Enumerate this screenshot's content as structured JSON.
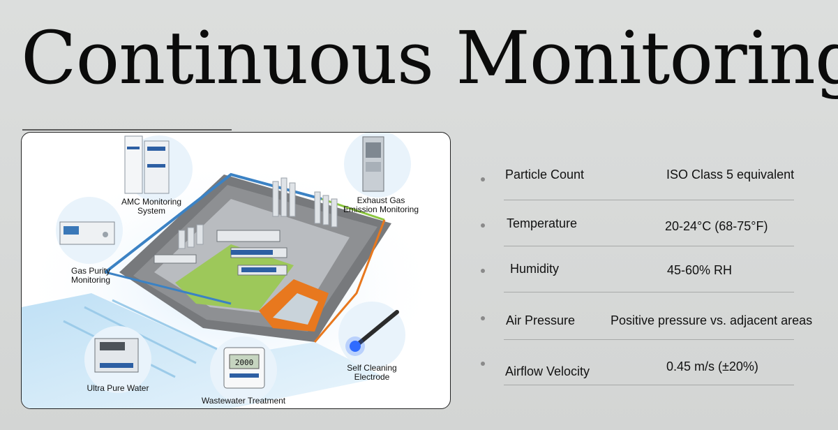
{
  "title": "Continuous Monitoring",
  "diagram": {
    "labels": {
      "amc": "AMC Monitoring\nSystem",
      "exhaust": "Exhaust Gas\nEmission Monitoring",
      "gas": "Gas Purity\nMonitoring",
      "upw": "Ultra Pure Water",
      "wastewater": "Wastewater Treatment",
      "electrode": "Self Cleaning\nElectrode",
      "meter_reading": "2000"
    },
    "icons": [
      "cabinet-icon",
      "exhaust-analyzer-icon",
      "gas-analyzer-icon",
      "water-unit-icon",
      "meter-icon",
      "electrode-icon",
      "factory-icon"
    ]
  },
  "parameters": [
    {
      "label": "Particle Count",
      "value": "ISO Class 5 equivalent"
    },
    {
      "label": "Temperature",
      "value": "20-24°C (68-75°F)"
    },
    {
      "label": "Humidity",
      "value": "45-60% RH"
    },
    {
      "label": "Air Pressure",
      "value": "Positive pressure vs. adjacent areas"
    },
    {
      "label": "Airflow Velocity",
      "value": "0.45 m/s (±20%)"
    }
  ],
  "colors": {
    "accent_blue": "#3b82c4",
    "orange": "#e8781e",
    "green": "#8cc63f",
    "floor": "#7b7d80"
  }
}
